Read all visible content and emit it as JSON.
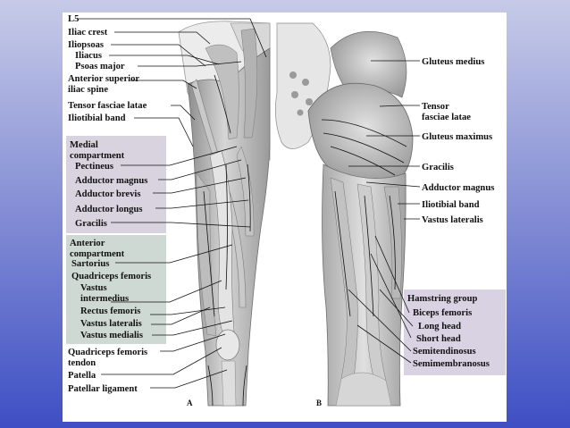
{
  "panels": {
    "left_letter": "A",
    "right_letter": "B"
  },
  "labels_left": {
    "l5": "L5",
    "iliac_crest": "Iliac crest",
    "iliopsoas": "Iliopsoas",
    "iliacus": "Iliacus",
    "psoas_major": "Psoas major",
    "asis_line1": "Anterior superior",
    "asis_line2": "iliac spine",
    "tensor_fasciae_latae": "Tensor fasciae latae",
    "iliotibial_band": "Iliotibial band"
  },
  "medial_compartment": {
    "title_line1": "Medial",
    "title_line2": "compartment",
    "pectineus": "Pectineus",
    "adductor_magnus": "Adductor magnus",
    "adductor_brevis": "Adductor brevis",
    "adductor_longus": "Adductor longus",
    "gracilis": "Gracilis"
  },
  "anterior_compartment": {
    "title_line1": "Anterior",
    "title_line2": "compartment",
    "sartorius": "Sartorius",
    "quadriceps_femoris": "Quadriceps femoris",
    "vastus_intermedius_line1": "Vastus",
    "vastus_intermedius_line2": "intermedius",
    "rectus_femoris": "Rectus femoris",
    "vastus_lateralis": "Vastus lateralis",
    "vastus_medialis": "Vastus medialis"
  },
  "labels_bottom_left": {
    "qf_tendon_line1": "Quadriceps femoris",
    "qf_tendon_line2": "tendon",
    "patella": "Patella",
    "patellar_ligament": "Patellar ligament"
  },
  "labels_right": {
    "gluteus_medius": "Gluteus medius",
    "tensor_line1": "Tensor",
    "tensor_line2": "fasciae latae",
    "gluteus_maximus": "Gluteus maximus",
    "gracilis": "Gracilis",
    "adductor_magnus": "Adductor magnus",
    "iliotibial_band": "Iliotibial band",
    "vastus_lateralis": "Vastus lateralis"
  },
  "hamstring_group": {
    "title": "Hamstring group",
    "biceps_femoris": "Biceps femoris",
    "long_head": "Long head",
    "short_head": "Short head",
    "semitendinosus": "Semitendinosus",
    "semimembranosus": "Semimembranosus"
  },
  "colors": {
    "medial_box": "#d9d3e0",
    "anterior_box": "#cfd9d4",
    "hamstring_box": "#d8d2e2",
    "muscle_light": "#dcdcdc",
    "muscle_mid": "#b9b9b9",
    "muscle_dark": "#8c8c8c",
    "bone": "#efefef"
  }
}
